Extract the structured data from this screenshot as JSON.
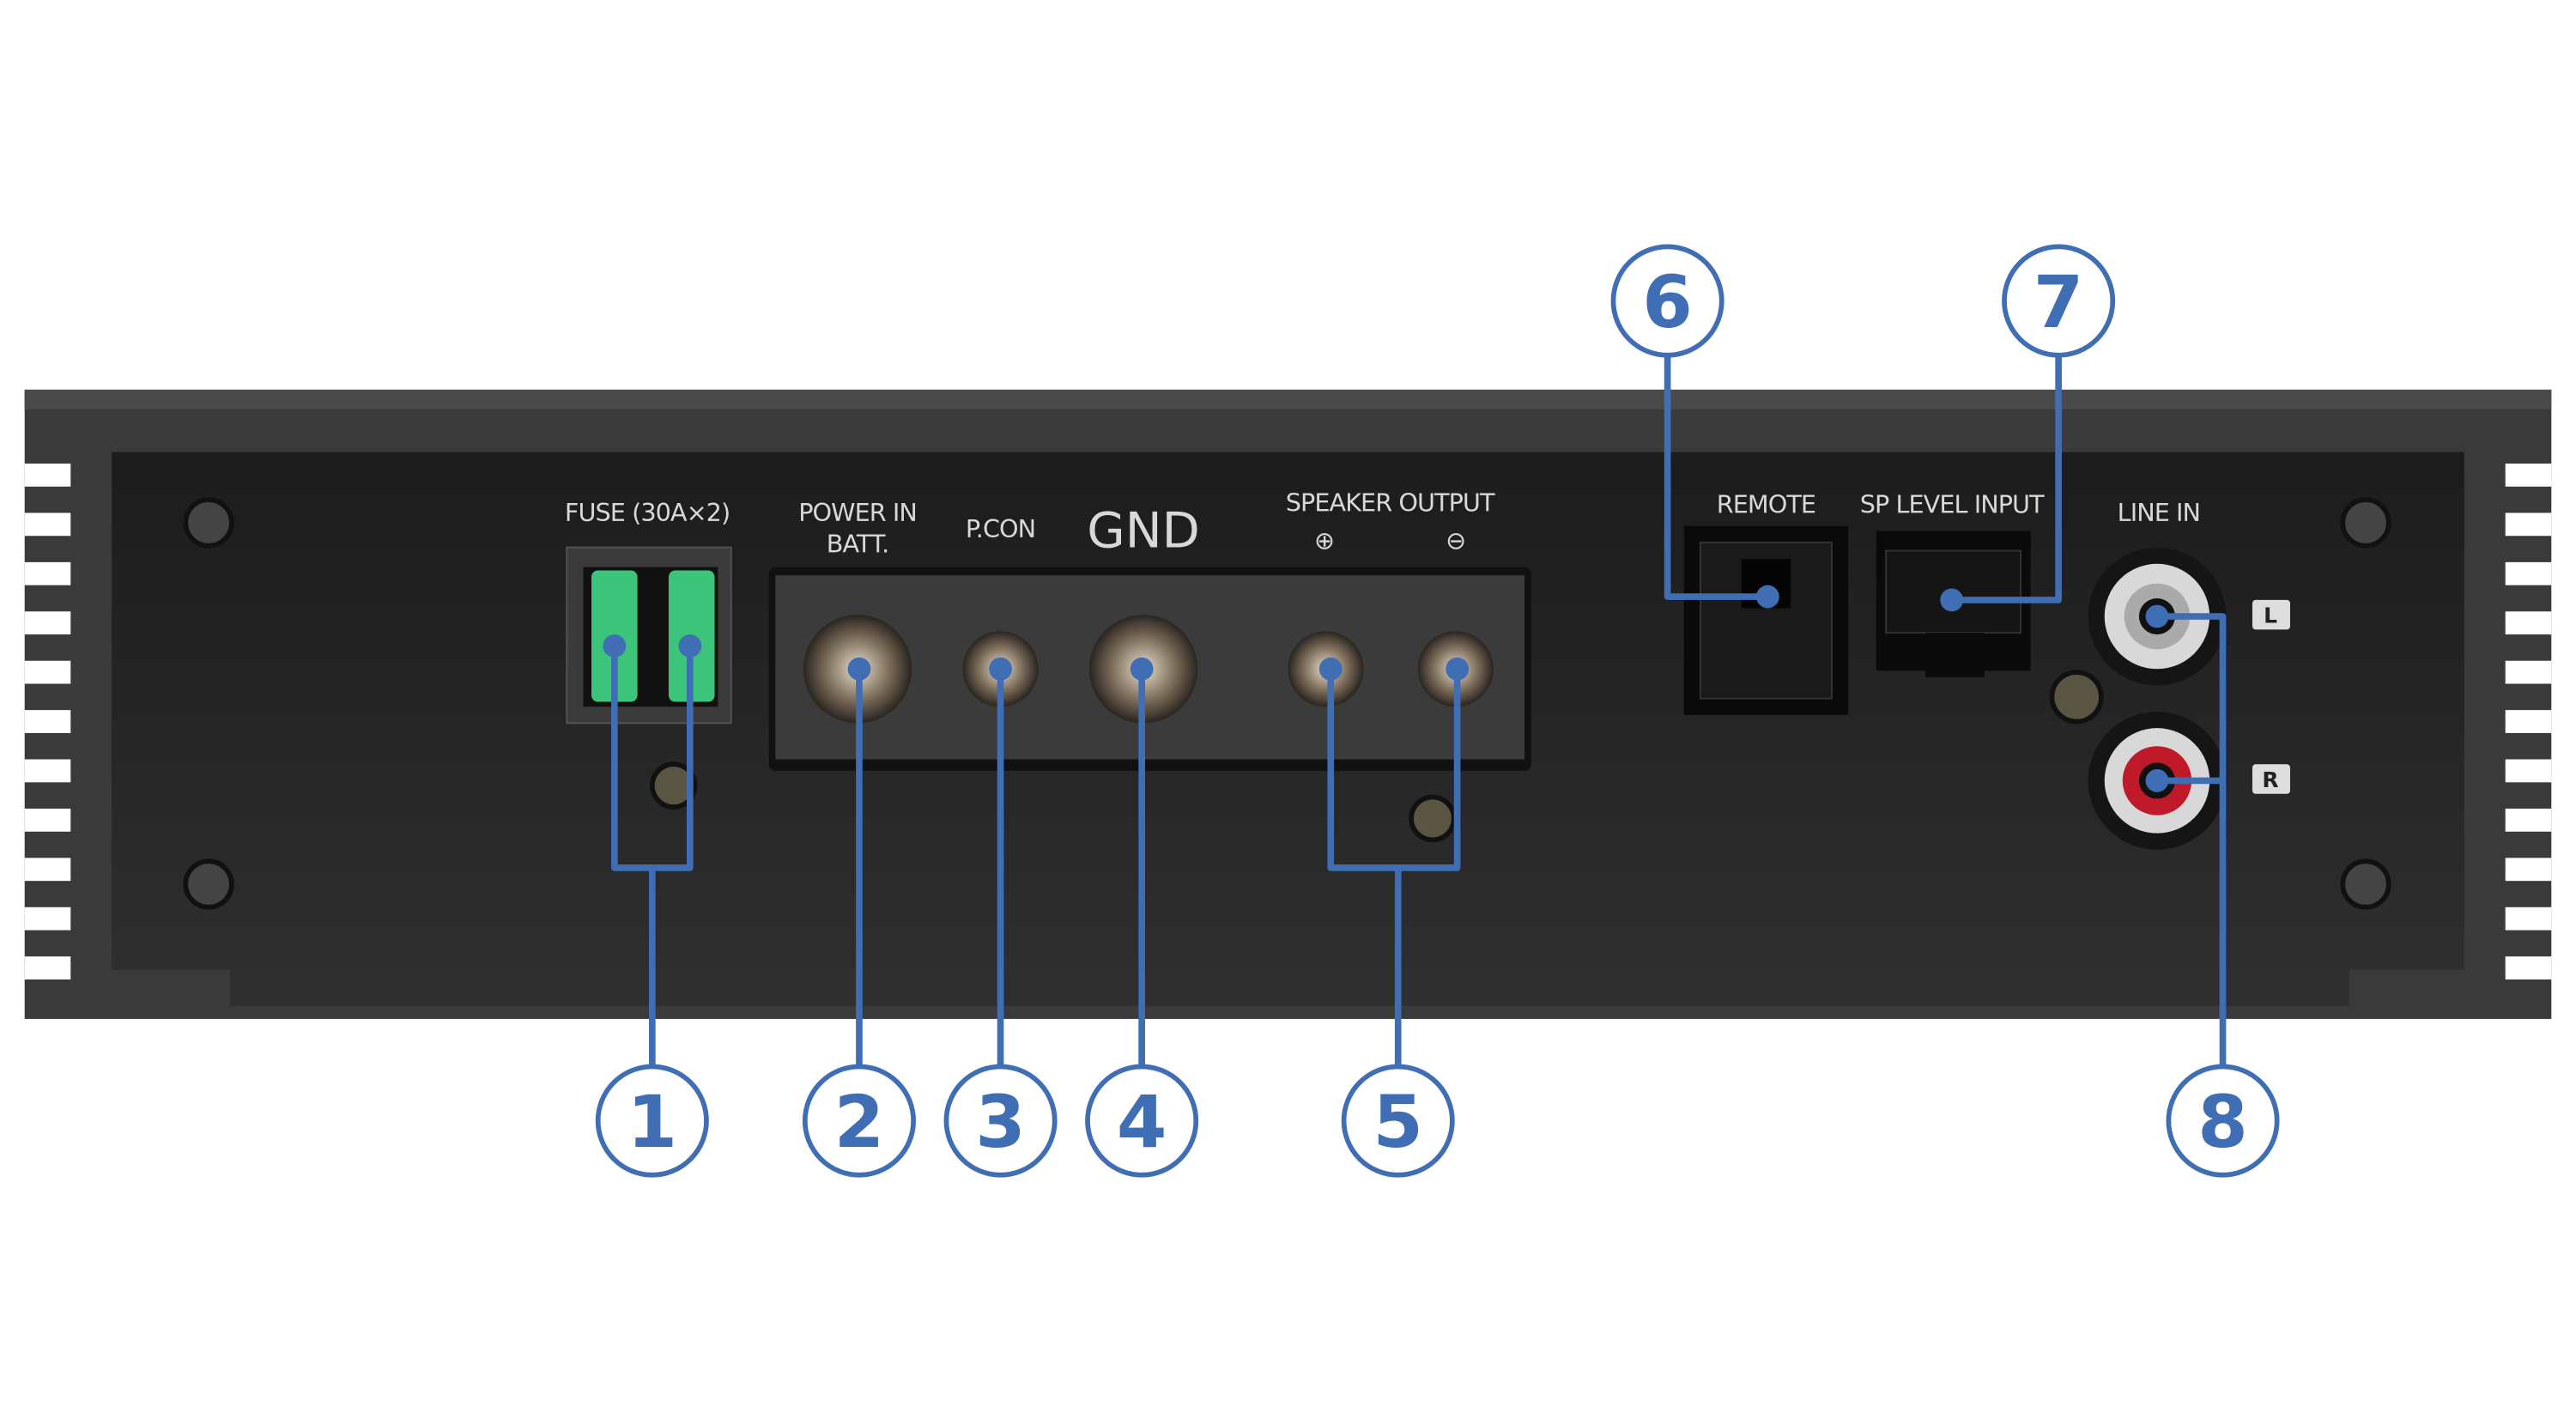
{
  "panel_labels": {
    "fuse": "FUSE (30A×2)",
    "power_in": "POWER IN",
    "batt": "BATT.",
    "pcon": "P.CON",
    "gnd": "GND",
    "speaker_output": "SPEAKER OUTPUT",
    "plus": "⊕",
    "minus": "⊖",
    "remote": "REMOTE",
    "sp_level_input": "SP LEVEL INPUT",
    "line_in": "LINE IN",
    "left": "L",
    "right": "R"
  },
  "callouts": [
    "1",
    "2",
    "3",
    "4",
    "5",
    "6",
    "7",
    "8"
  ],
  "colors": {
    "callout": "#3f6eb5",
    "chassis": "#2b2b2b",
    "fuse": "#3cc47a",
    "rca_right": "#c0192a"
  }
}
